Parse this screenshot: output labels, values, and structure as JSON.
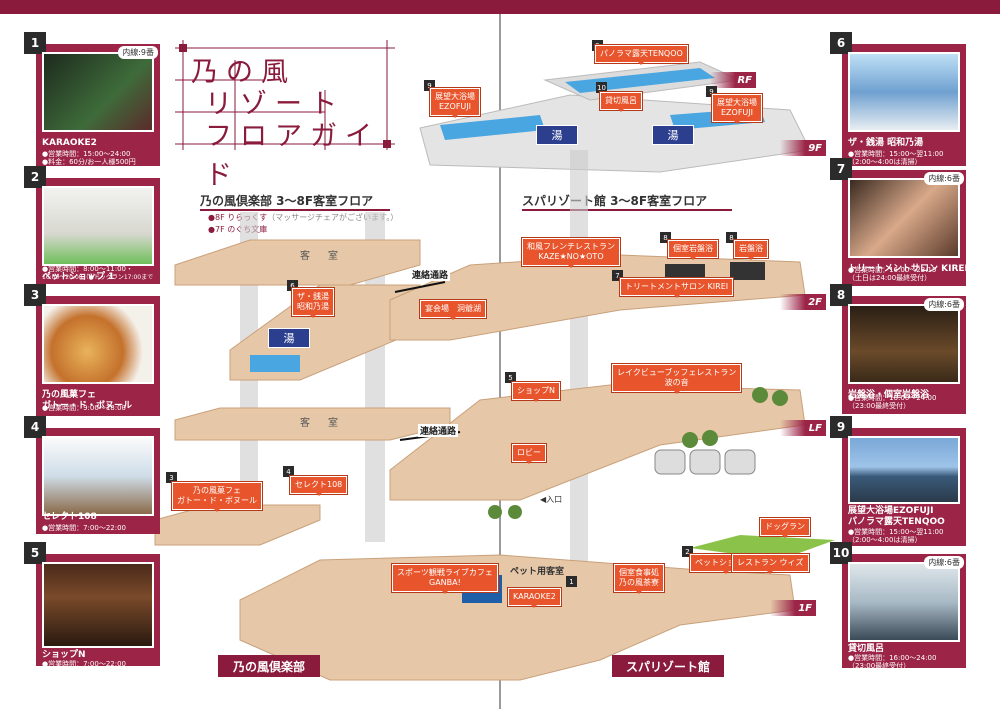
{
  "title": {
    "line1": "乃の風",
    "line2": "リゾート",
    "line3": "フロアガイド"
  },
  "sections": {
    "left_title": "乃の風倶楽部 3～8F客室フロア",
    "right_title": "スパリゾート館 3～8F客室フロア",
    "left_bullets": [
      "●8F りらっくす",
      "（マッサージチェアがございます。）",
      "●7F のぐち文庫"
    ]
  },
  "buildings": {
    "left": "乃の風倶楽部",
    "right": "スパリゾート館"
  },
  "floors": {
    "rf": "RF",
    "9f": "9F",
    "2f": "2F",
    "lf": "LF",
    "1f": "1F"
  },
  "map": {
    "room_top": "客室",
    "room_mid": "客室",
    "corridor_1": "連絡通路",
    "corridor_2": "連絡通路",
    "pet_room": "ペット用客室",
    "entrance": "◀入口",
    "yu": "湯",
    "labels": {
      "tenqoo": "パノラマ露天TENQOO",
      "ezofuji_l": "展望大浴場\nEZOFUJI",
      "kashikiri": "貸切風呂",
      "ezofuji_r": "展望大浴場\nEZOFUJI",
      "kaze": "和風フレンチレストラン\nKAZE★NO★OTO",
      "koshitsu_ganban": "個室岩盤浴",
      "ganban": "岩盤浴",
      "kirei": "トリートメントサロン KIREI",
      "zeni": "ザ・銭湯\n昭和乃湯",
      "enkai": "宴会場　洞爺湖",
      "shop_n": "ショップN",
      "lakeview": "レイクビューブッフェレストラン\n波の音",
      "lobby": "ロビー",
      "gateau": "乃の風菓フェ\nガトー・ド・ボヌール",
      "select": "セレクト108",
      "sports": "スポーツ観戦ライブカフェ\nGANBA!",
      "karaoke": "KARAOKE2",
      "chaya": "個室食事処\n乃の風茶寮",
      "petshop": "ペットショップ1",
      "wiz": "レストラン ウィズ",
      "dogrun": "ドッグラン"
    },
    "nums": {
      "tenqoo": "9",
      "ezofuji_l": "9",
      "kashikiri": "10",
      "ezofuji_r": "9",
      "koshitsu_ganban": "8",
      "ganban": "8",
      "kirei": "7",
      "zeni": "6",
      "shop_n": "5",
      "gateau": "3",
      "select": "4",
      "karaoke": "1",
      "petshop": "2"
    }
  },
  "cards": [
    {
      "num": "1",
      "badge": "内線:9番",
      "name": "KARAOKE2",
      "info": [
        "●営業時間：15:00～24:00",
        "●料金：60分/お一人様500円"
      ]
    },
    {
      "num": "2",
      "badge": "",
      "name": "ペットショップ 1",
      "info": [
        "●営業時間：8:00～11:00・",
        "16:00～20:00（●ドッグラン17:00まで"
      ]
    },
    {
      "num": "3",
      "badge": "",
      "name": "乃の風菓フェ\nガトー・ド・ボヌール",
      "info": [
        "●営業時間：9:00～18:00"
      ]
    },
    {
      "num": "4",
      "badge": "",
      "name": "セレクト108",
      "info": [
        "●営業時間：7:00～22:00"
      ]
    },
    {
      "num": "5",
      "badge": "",
      "name": "ショップN",
      "info": [
        "●営業時間：7:00～22:00"
      ]
    },
    {
      "num": "6",
      "badge": "",
      "name": "ザ・銭湯 昭和乃湯",
      "info": [
        "●営業時間：15:00～翌11:00",
        "（2:00～4:00は清掃）"
      ]
    },
    {
      "num": "7",
      "badge": "内線:6番",
      "name": "トリートメントサロン KIREI",
      "info": [
        "●営業時間：16:00～23:15",
        "（土日は24:00最終受付）"
      ]
    },
    {
      "num": "8",
      "badge": "内線:6番",
      "name": "岩盤浴・個室岩盤浴",
      "info": [
        "●営業時間：16:00～24:00",
        "（23:00最終受付）"
      ]
    },
    {
      "num": "9",
      "badge": "",
      "name": "展望大浴場EZOFUJI\nパノラマ露天TENQOO",
      "info": [
        "●営業時間：15:00～翌11:00",
        "（2:00～4:00は清掃）"
      ]
    },
    {
      "num": "10",
      "badge": "内線:6番",
      "name": "貸切風呂",
      "info": [
        "●営業時間：16:00～24:00",
        "（23:00最終受付）"
      ]
    }
  ],
  "colors": {
    "brand": "#8a1b3c",
    "card": "#9b2447",
    "label": "#e8552c",
    "floor": "#e6c8a8",
    "floor_dark": "#c9a07a",
    "water": "#4aa6e0",
    "yu": "#2c3f8f"
  }
}
